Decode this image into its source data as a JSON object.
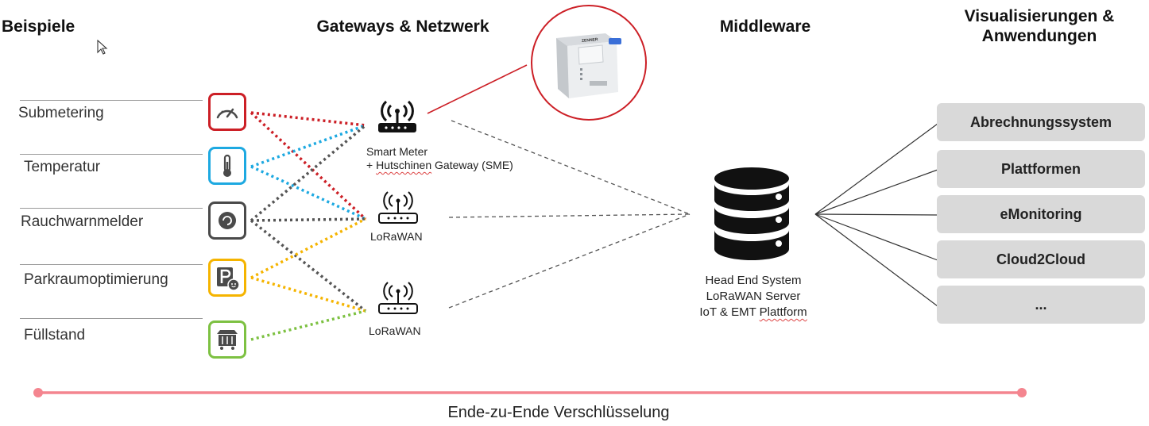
{
  "headings": {
    "examples": "Beispiele",
    "gateways": "Gateways & Netzwerk",
    "middleware": "Middleware",
    "apps_line1": "Visualisierungen &",
    "apps_line2": "Anwendungen"
  },
  "examples": [
    {
      "label": "Submetering",
      "icon": "gauge-icon",
      "color": "#cc1f26"
    },
    {
      "label": "Temperatur",
      "icon": "thermometer-icon",
      "color": "#1da9e1"
    },
    {
      "label": "Rauchwarnmelder",
      "icon": "smoke-detector-icon",
      "color": "#4a4a4a"
    },
    {
      "label": "Parkraumoptimierung",
      "icon": "parking-icon",
      "color": "#f5b400"
    },
    {
      "label": "Füllstand",
      "icon": "waste-container-icon",
      "color": "#7dc142"
    }
  ],
  "gateways": {
    "sme_line1": "Smart Meter",
    "sme_line2_prefix": "+ ",
    "sme_line2_word": "Hutschinen",
    "sme_line2_suffix": " Gateway (SME)",
    "lora1": "LoRaWAN",
    "lora2": "LoRaWAN",
    "device_brand": "ZENNER"
  },
  "middleware": {
    "line1": "Head End System",
    "line2": "LoRaWAN Server",
    "line3_prefix": "IoT & EMT ",
    "line3_word": "Plattform"
  },
  "apps": [
    "Abrechnungssystem",
    "Plattformen",
    "eMonitoring",
    "Cloud2Cloud",
    "..."
  ],
  "encryption": "Ende-zu-Ende Verschlüsselung",
  "colors": {
    "red": "#cc1f26",
    "blue": "#1da9e1",
    "dark": "#4a4a4a",
    "yellow": "#f5b400",
    "green": "#7dc142",
    "enc_line": "#f4858f",
    "app_box": "#d9d9d9"
  }
}
